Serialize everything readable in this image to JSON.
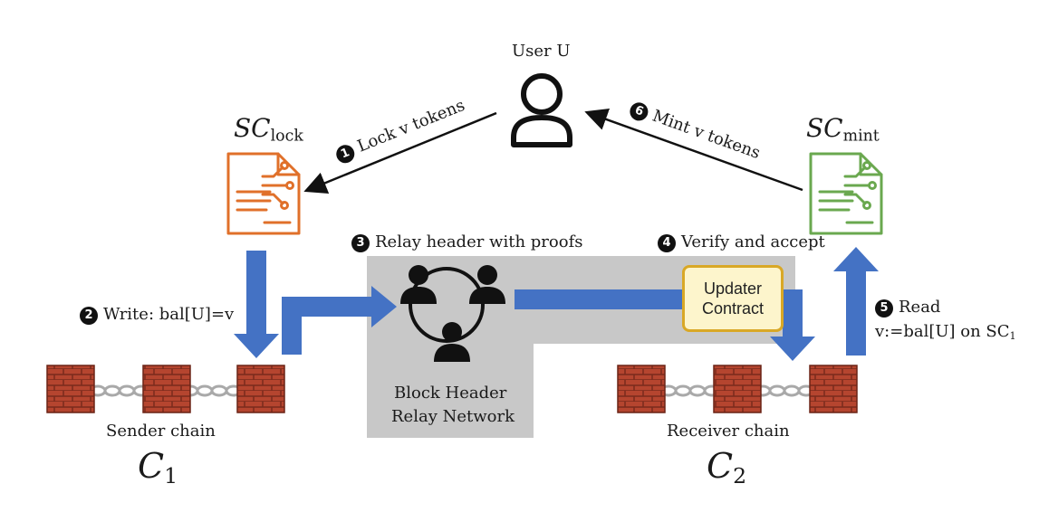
{
  "user": {
    "label": "User U"
  },
  "contracts": {
    "lock": {
      "base": "SC",
      "subscript": "lock"
    },
    "mint": {
      "base": "SC",
      "subscript": "mint"
    }
  },
  "steps": [
    {
      "num": "1",
      "text": "Lock v tokens"
    },
    {
      "num": "2",
      "text": "Write: bal[U]=v"
    },
    {
      "num": "3",
      "text": "Relay header with proofs"
    },
    {
      "num": "4",
      "text": "Verify and accept"
    },
    {
      "num": "5",
      "text": "Read",
      "text2": "v:=bal[U] on SC",
      "text2_sub": "1"
    },
    {
      "num": "6",
      "text": "Mint v tokens"
    }
  ],
  "relay": {
    "line1": "Block Header",
    "line2": "Relay Network"
  },
  "updater": {
    "line1": "Updater",
    "line2": "Contract"
  },
  "chains": {
    "sender": {
      "label": "Sender chain",
      "symbol": "C",
      "sub": "1"
    },
    "receiver": {
      "label": "Receiver chain",
      "symbol": "C",
      "sub": "2"
    }
  },
  "colors": {
    "arrow_blue": "#4472c4",
    "relay_gray": "#c8c8c8",
    "lock_orange": "#e0702a",
    "mint_green": "#6aa84f",
    "brick": "#b5452f",
    "updater_fill": "#fdf5cc",
    "updater_border": "#d9a826"
  },
  "icons": [
    "user-icon",
    "contract-lock-icon",
    "contract-mint-icon",
    "relay-network-icon",
    "brick-block-icon",
    "chain-link-icon"
  ]
}
